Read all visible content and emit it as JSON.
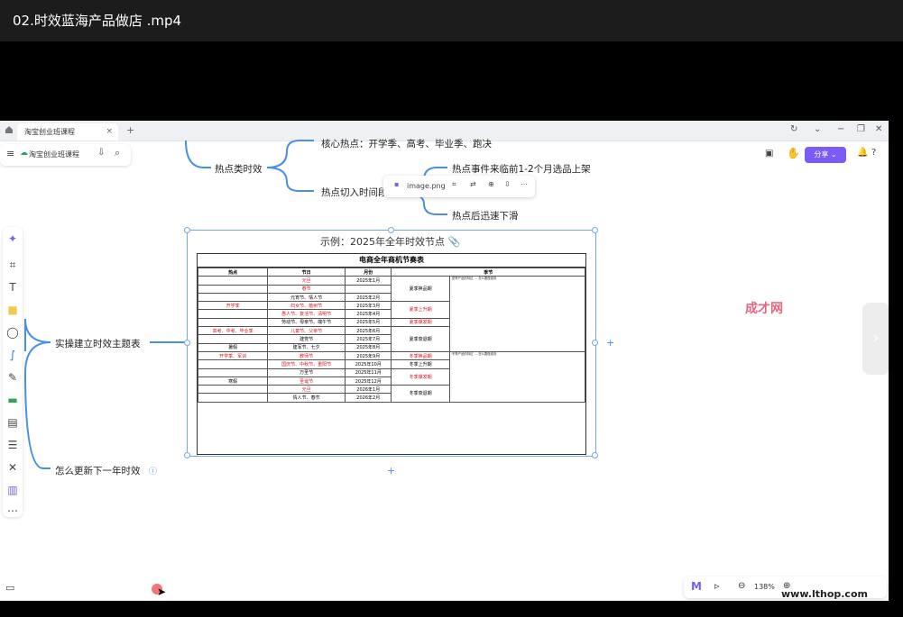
{
  "video": {
    "title": "02.时效蓝海产品做店 .mp4"
  },
  "browser": {
    "tab_label": "淘宝创业班课程",
    "tab_close": "×",
    "tab_add": "+"
  },
  "toolbar": {
    "doc_name": "淘宝创业班课程",
    "share_label": "分享"
  },
  "image_toolbar": {
    "filename": "image.png"
  },
  "mindmap": {
    "top_fragment": "核心热点：开学季、高考、毕业季、跑决",
    "hot_timeliness": "热点类时效",
    "hot_cut_in": "热点切入时间段",
    "branch_1": "热点事件来临前1-2个月选品上架",
    "branch_2": "热点后迅速下滑",
    "practical": "实操建立时效主题表",
    "update": "怎么更新下一年时效"
  },
  "example": {
    "title": "示例：2025年全年时效节点"
  },
  "calendar_table": {
    "title": "电商全年商机节奏表",
    "headers": [
      "热点",
      "节日",
      "月份",
      "季节"
    ],
    "rows": [
      {
        "hot": "",
        "festival": "元旦",
        "month": "2025年1月"
      },
      {
        "hot": "",
        "festival": "春节",
        "month": ""
      },
      {
        "hot": "",
        "festival": "元宵节、情人节",
        "month": "2025年2月"
      },
      {
        "hot": "开学季",
        "festival": "妇女节、植树节",
        "month": "2025年3月"
      },
      {
        "hot": "",
        "festival": "愚人节、复活节、清明节",
        "month": "2025年4月"
      },
      {
        "hot": "",
        "festival": "劳动节、母亲节、端午节",
        "month": "2025年5月"
      },
      {
        "hot": "高考、中考、毕业季",
        "festival": "儿童节、父亲节",
        "month": "2025年6月"
      },
      {
        "hot": "",
        "festival": "建党节",
        "month": "2025年7月"
      },
      {
        "hot": "暑假",
        "festival": "建军节、七夕",
        "month": "2025年8月"
      },
      {
        "hot": "开学季、军训",
        "festival": "教师节",
        "month": "2025年9月"
      },
      {
        "hot": "",
        "festival": "国庆节、中秋节、重阳节",
        "month": "2025年10月"
      },
      {
        "hot": "",
        "festival": "万圣节",
        "month": "2025年11月"
      },
      {
        "hot": "寒假",
        "festival": "圣诞节",
        "month": "2025年12月"
      },
      {
        "hot": "",
        "festival": "元旦",
        "month": "2026年1月"
      },
      {
        "hot": "",
        "festival": "情人节、春节",
        "month": "2026年2月"
      }
    ],
    "season_labels": [
      "夏季换品期",
      "夏季上升期",
      "夏季爆发期",
      "夏季衰退期",
      "冬季换品期",
      "冬季上升期",
      "冬季爆发期",
      "冬季衰退期"
    ],
    "season_notes": {
      "summer_header": "夏季产品的特征",
      "winter_header": "冬季产品的特征",
      "how_to": "怎么要做准则"
    }
  },
  "watermark": {
    "text": "成才网"
  },
  "zoom": {
    "level": "138%"
  },
  "site_watermark": {
    "text": "www.lthop.com"
  },
  "colors": {
    "accent": "#7b5cf6",
    "branch": "#4a8fe7",
    "red_text": "#d0141f"
  }
}
